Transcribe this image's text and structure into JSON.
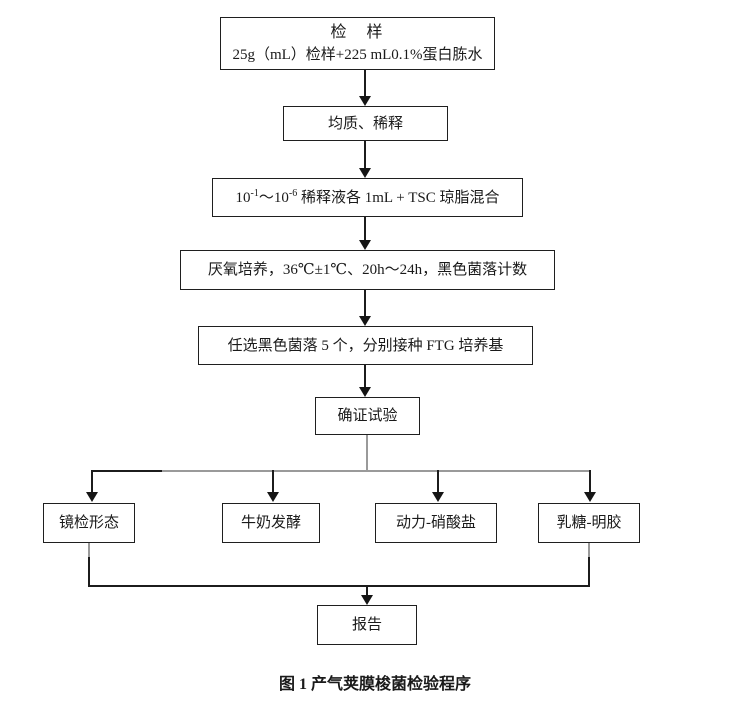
{
  "figure": {
    "caption": "图 1  产气荚膜梭菌检验程序"
  },
  "flowchart": {
    "sample": {
      "title": "检　样",
      "detail": "25g（mL）检样+225 mL0.1%蛋白胨水"
    },
    "homogenize": "均质、稀释",
    "dilution": {
      "p1": "10",
      "sup1": "-1",
      "p2": "～",
      "p3": "10",
      "sup2": "-6",
      "p4": " 稀释液各 1mL + TSC 琼脂混合"
    },
    "anaerobic": "厌氧培养，36℃±1℃、20h～24h，黑色菌落计数",
    "select_colonies": "任选黑色菌落 5 个，分别接种 FTG 培养基",
    "confirm": "确证试验",
    "branches": [
      "镜检形态",
      "牛奶发酵",
      "动力-硝酸盐",
      "乳糖-明胶"
    ],
    "report": "报告"
  },
  "colors": {
    "line_black": "#1c1c1c",
    "line_gray": "#9a9a9a",
    "border": "#1f1f1f"
  }
}
